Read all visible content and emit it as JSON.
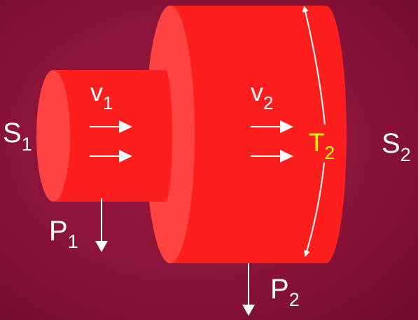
{
  "colors": {
    "background": "#8a1238",
    "pipe_fill": "#ff1e1e",
    "pipe_end_face": "#ff4040",
    "arrows": "#ffffff",
    "labels": "#ffffff",
    "t2_label": "#ffff00"
  },
  "labels": {
    "s1": {
      "main": "S",
      "sub": "1"
    },
    "s2": {
      "main": "S",
      "sub": "2"
    },
    "v1": {
      "main": "v",
      "sub": "1"
    },
    "v2": {
      "main": "v",
      "sub": "2"
    },
    "p1": {
      "main": "P",
      "sub": "1"
    },
    "p2": {
      "main": "P",
      "sub": "2"
    },
    "t2": {
      "main": "T",
      "sub": "2"
    }
  },
  "icons": {
    "flow_arrows": "right-arrow",
    "pressure_arrows": "down-arrow",
    "tension_arrow": "double-headed-arc-arrow"
  }
}
